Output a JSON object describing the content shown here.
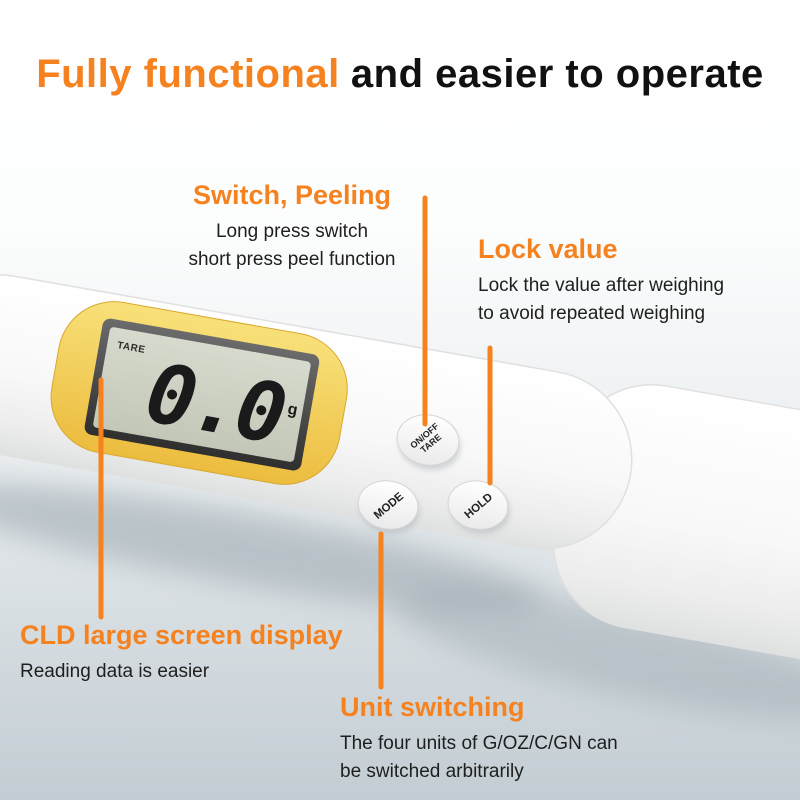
{
  "title": {
    "highlight": "Fully functional",
    "rest": "and easier to operate"
  },
  "callouts": {
    "switch_peeling": {
      "heading": "Switch, Peeling",
      "body1": "Long press switch",
      "body2": "short press peel function"
    },
    "lock_value": {
      "heading": "Lock value",
      "body1": "Lock the value after weighing",
      "body2": "to avoid repeated weighing"
    },
    "screen": {
      "heading": "CLD large screen display",
      "body1": "Reading data is easier"
    },
    "unit": {
      "heading": "Unit switching",
      "body1": "The four units of G/OZ/C/GN can",
      "body2": "be switched arbitrarily"
    }
  },
  "device": {
    "lcd": {
      "tare": "TARE",
      "reading": "0.0",
      "unit": "g"
    },
    "buttons": {
      "power_line1": "ON/OFF",
      "power_line2": "TARE",
      "mode": "MODE",
      "hold": "HOLD"
    }
  },
  "colors": {
    "accent_orange": "#f5821f",
    "title_dark": "#111111",
    "body_text": "#1f1f1f",
    "bezel_yellow": "#f0c845",
    "lcd_screen": "#ccd1c2",
    "background_bottom": "#c2cdd3"
  }
}
